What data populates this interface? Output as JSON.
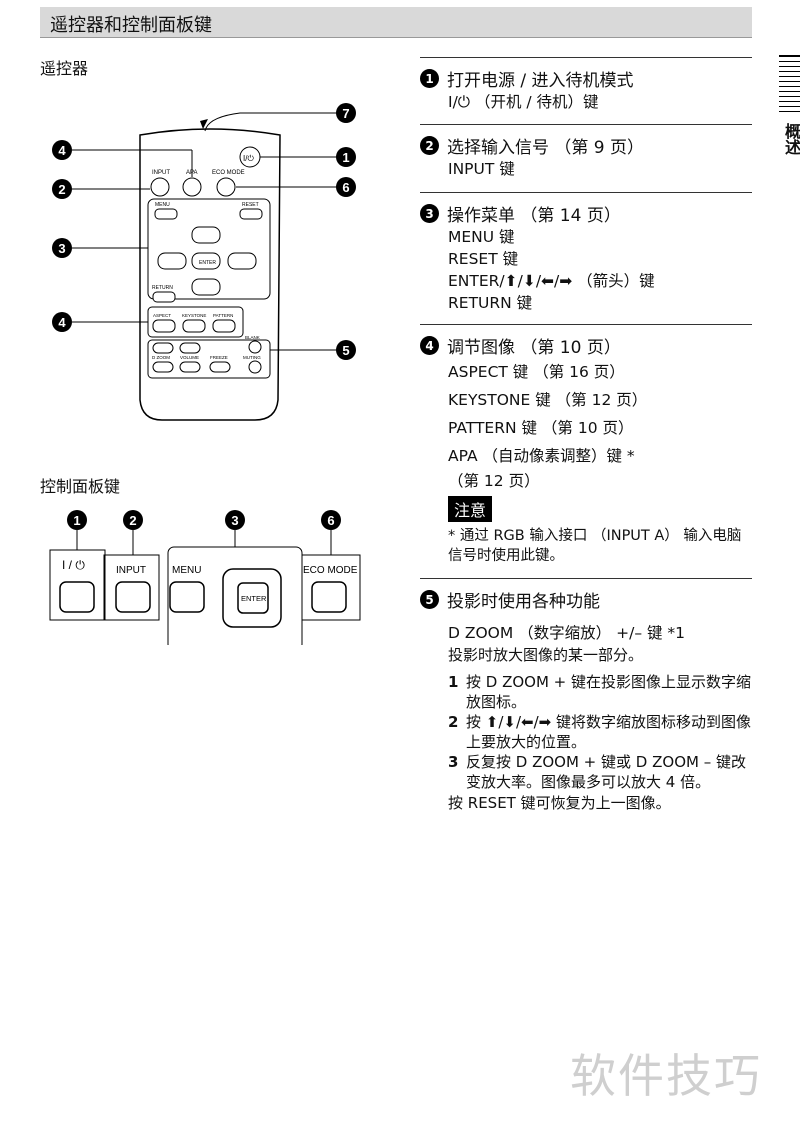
{
  "header": {
    "title": "遥控器和控制面板键"
  },
  "side_tab": {
    "label": "概述"
  },
  "remote": {
    "label": "遥控器",
    "callouts": [
      "1",
      "2",
      "3",
      "4",
      "4",
      "5",
      "6",
      "7"
    ],
    "buttons": {
      "input": "INPUT",
      "apa": "APA",
      "eco": "ECO MODE",
      "power": "I/⏻",
      "menu": "MENU",
      "reset": "RESET",
      "enter": "ENTER",
      "return": "RETURN",
      "aspect": "ASPECT",
      "keystone": "KEYSTONE",
      "pattern": "PATTERN",
      "blank": "BLANK",
      "dzoom": "D ZOOM",
      "volume": "VOLUME",
      "freeze": "FREEZE",
      "muting": "MUTING"
    }
  },
  "panel": {
    "label": "控制面板键",
    "callouts": [
      "1",
      "2",
      "3",
      "6"
    ],
    "power": "I / ⏻",
    "input": "INPUT",
    "menu": "MENU",
    "enter": "ENTER",
    "eco": "ECO MODE"
  },
  "sections": [
    {
      "n": "1",
      "head": "打开电源 / 进入待机模式",
      "lines": [
        "I/⏻ （开机 / 待机）键"
      ]
    },
    {
      "n": "2",
      "head": "选择输入信号 （第 9 页）",
      "lines": [
        "INPUT 键"
      ]
    },
    {
      "n": "3",
      "head": "操作菜单 （第 14 页）",
      "lines": [
        "MENU 键",
        "RESET 键",
        "ENTER/⬆/⬇/⬅/➡ （箭头）键",
        "RETURN 键"
      ]
    },
    {
      "n": "4",
      "head": "调节图像 （第 10 页）",
      "lines": [
        "ASPECT 键 （第 16 页）",
        "KEYSTONE 键 （第 12 页）",
        "PATTERN 键 （第 10 页）",
        "APA （自动像素调整）键 *",
        "（第 12 页）"
      ],
      "note_label": "注意",
      "note": "* 通过 RGB 输入接口 （INPUT A） 输入电脑信号时使用此键。"
    },
    {
      "n": "5",
      "head": "投影时使用各种功能",
      "lines": [
        "D ZOOM （数字缩放） +/– 键 *1",
        "投影时放大图像的某一部分。"
      ],
      "steps": [
        {
          "n": "1",
          "t": "按 D ZOOM + 键在投影图像上显示数字缩放图标。"
        },
        {
          "n": "2",
          "t": "按 ⬆/⬇/⬅/➡ 键将数字缩放图标移动到图像上要放大的位置。"
        },
        {
          "n": "3",
          "t": "反复按 D ZOOM + 键或 D ZOOM – 键改变放大率。图像最多可以放大 4 倍。"
        }
      ],
      "tail": "按 RESET 键可恢复为上一图像。"
    }
  ],
  "watermark": "软件技巧"
}
